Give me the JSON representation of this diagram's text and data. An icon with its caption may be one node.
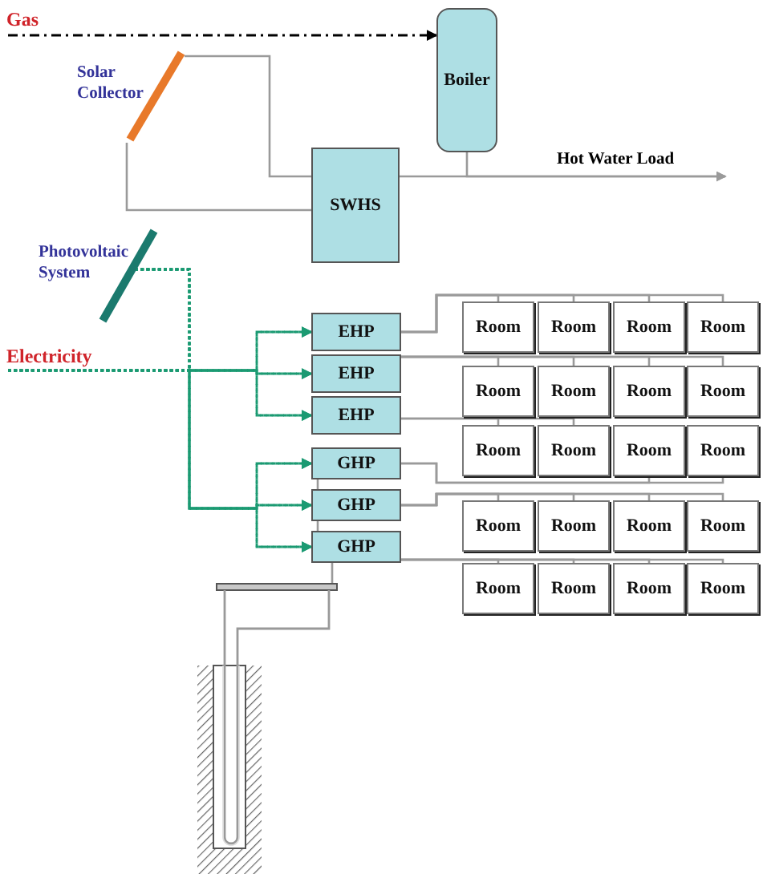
{
  "diagram": {
    "nodes": [
      {
        "text": [
          "Gas"
        ]
      },
      {
        "text": [
          "Boiler"
        ]
      },
      {
        "text": [],
        "shape": "bar",
        "beside": [
          "Solar Collector"
        ]
      },
      {
        "text": [
          "SWHS"
        ]
      },
      {
        "text": [],
        "shape": "bar",
        "beside": [
          "Photovoltaic System"
        ]
      },
      {
        "text": [
          "Electricity"
        ]
      },
      {
        "text": [
          "EHP"
        ]
      },
      {
        "text": [
          "EHP"
        ]
      },
      {
        "text": [
          "EHP"
        ]
      },
      {
        "text": [
          "GHP"
        ]
      },
      {
        "text": [
          "GHP"
        ]
      },
      {
        "text": [
          "GHP"
        ]
      },
      {
        "text": [
          "Room"
        ]
      },
      {
        "text": [
          "Room"
        ]
      },
      {
        "text": [
          "Room"
        ]
      },
      {
        "text": [
          "Room"
        ]
      },
      {
        "text": [
          "Room"
        ]
      },
      {
        "text": [
          "Room"
        ]
      },
      {
        "text": [
          "Room"
        ]
      },
      {
        "text": [
          "Room"
        ]
      },
      {
        "text": [
          "Room"
        ]
      },
      {
        "text": [
          "Room"
        ]
      },
      {
        "text": [
          "Room"
        ]
      },
      {
        "text": [
          "Room"
        ]
      },
      {
        "text": [
          "Room"
        ]
      },
      {
        "text": [
          "Room"
        ]
      },
      {
        "text": [
          "Room"
        ]
      },
      {
        "text": [
          "Room"
        ]
      },
      {
        "text": [
          "Room"
        ]
      },
      {
        "text": [
          "Room"
        ]
      },
      {
        "text": [
          "Room"
        ]
      },
      {
        "text": [
          "Room"
        ]
      },
      {
        "text": [],
        "shape": "picture"
      }
    ],
    "edges": [
      {
        "from": 0,
        "to": 1,
        "arrow": "to",
        "style": "dashed",
        "color": "#000000"
      },
      {
        "from": 2,
        "to": 3,
        "arrow": "none"
      },
      {
        "from": 2,
        "to": 3,
        "arrow": "none"
      },
      {
        "from": 3,
        "to": null,
        "arrow": "to",
        "label": "Hot Water Load"
      },
      {
        "from": 1,
        "to": null,
        "arrow": "to"
      },
      {
        "from": 5,
        "to": 6,
        "arrow": "to",
        "style": "dashed",
        "color": "#1b9a72"
      },
      {
        "from": 5,
        "to": 7,
        "arrow": "to",
        "style": "dashed",
        "color": "#1b9a72"
      },
      {
        "from": 5,
        "to": 8,
        "arrow": "to",
        "style": "dashed",
        "color": "#1b9a72"
      },
      {
        "from": 5,
        "to": 9,
        "arrow": "to",
        "style": "dashed",
        "color": "#1b9a72"
      },
      {
        "from": 5,
        "to": 10,
        "arrow": "to",
        "style": "dashed",
        "color": "#1b9a72"
      },
      {
        "from": 5,
        "to": 11,
        "arrow": "to",
        "style": "dashed",
        "color": "#1b9a72"
      },
      {
        "from": 4,
        "to": 6,
        "arrow": "to",
        "style": "dashed",
        "color": "#1b9a72"
      },
      {
        "from": 4,
        "to": 7,
        "arrow": "to",
        "style": "dashed",
        "color": "#1b9a72"
      },
      {
        "from": 4,
        "to": 8,
        "arrow": "to",
        "style": "dashed",
        "color": "#1b9a72"
      },
      {
        "from": 4,
        "to": 9,
        "arrow": "to",
        "style": "dashed",
        "color": "#1b9a72"
      },
      {
        "from": 4,
        "to": 10,
        "arrow": "to",
        "style": "dashed",
        "color": "#1b9a72"
      },
      {
        "from": 4,
        "to": 11,
        "arrow": "to",
        "style": "dashed",
        "color": "#1b9a72"
      },
      {
        "from": 6,
        "to": 12,
        "arrow": "none"
      },
      {
        "from": 6,
        "to": 13,
        "arrow": "none"
      },
      {
        "from": 6,
        "to": 14,
        "arrow": "none"
      },
      {
        "from": 6,
        "to": 15,
        "arrow": "none"
      },
      {
        "from": 7,
        "to": 16,
        "arrow": "none"
      },
      {
        "from": 7,
        "to": 17,
        "arrow": "none"
      },
      {
        "from": 7,
        "to": 18,
        "arrow": "none"
      },
      {
        "from": 7,
        "to": 19,
        "arrow": "none"
      },
      {
        "from": 8,
        "to": 20,
        "arrow": "none"
      },
      {
        "from": 8,
        "to": 21,
        "arrow": "none"
      },
      {
        "from": 9,
        "to": 22,
        "arrow": "none"
      },
      {
        "from": 9,
        "to": 23,
        "arrow": "none"
      },
      {
        "from": 10,
        "to": 24,
        "arrow": "none"
      },
      {
        "from": 10,
        "to": 25,
        "arrow": "none"
      },
      {
        "from": 10,
        "to": 26,
        "arrow": "none"
      },
      {
        "from": 10,
        "to": 27,
        "arrow": "none"
      },
      {
        "from": 11,
        "to": 28,
        "arrow": "none"
      },
      {
        "from": 11,
        "to": 29,
        "arrow": "none"
      },
      {
        "from": 11,
        "to": 30,
        "arrow": "none"
      },
      {
        "from": 11,
        "to": 31,
        "arrow": "none"
      },
      {
        "from": 11,
        "to": 32,
        "arrow": "none"
      },
      {
        "from": 9,
        "to": 10,
        "arrow": "none"
      },
      {
        "from": 10,
        "to": 11,
        "arrow": "none"
      }
    ]
  }
}
